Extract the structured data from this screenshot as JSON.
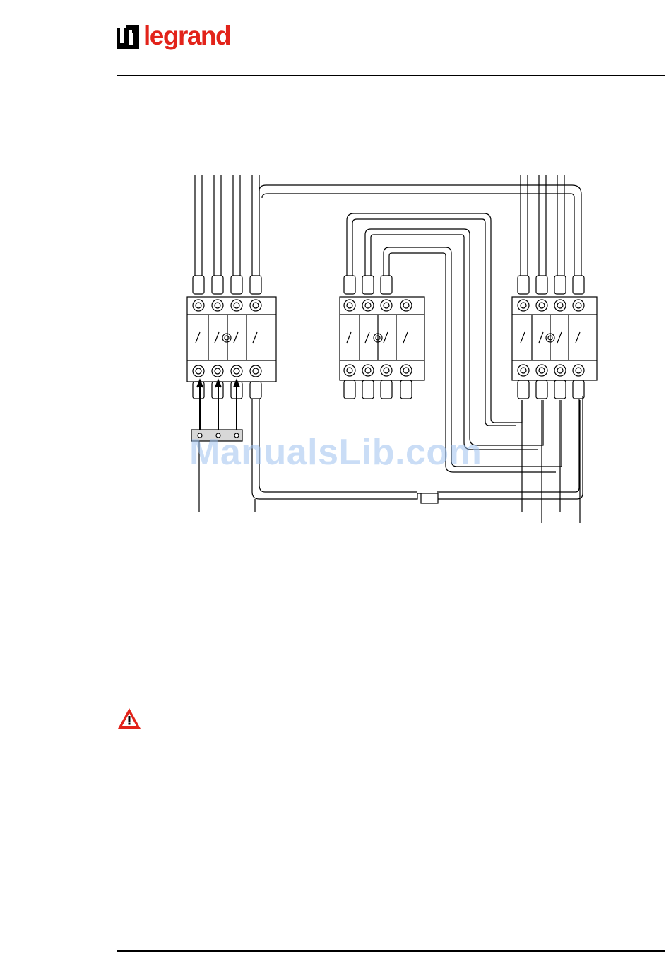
{
  "brand": {
    "logo_text": "legrand",
    "logo_color": "#e2231a"
  },
  "diagram": {
    "watermark_text": "ManualsLib.com",
    "watermark_color": "#9fc3f0",
    "breakers": [
      {
        "id": "left-breaker",
        "poles": 4
      },
      {
        "id": "center-breaker",
        "poles": 4
      },
      {
        "id": "right-breaker",
        "poles": 4
      }
    ]
  },
  "warning": {
    "icon": "warning-triangle-icon",
    "color": "#e2231a"
  }
}
